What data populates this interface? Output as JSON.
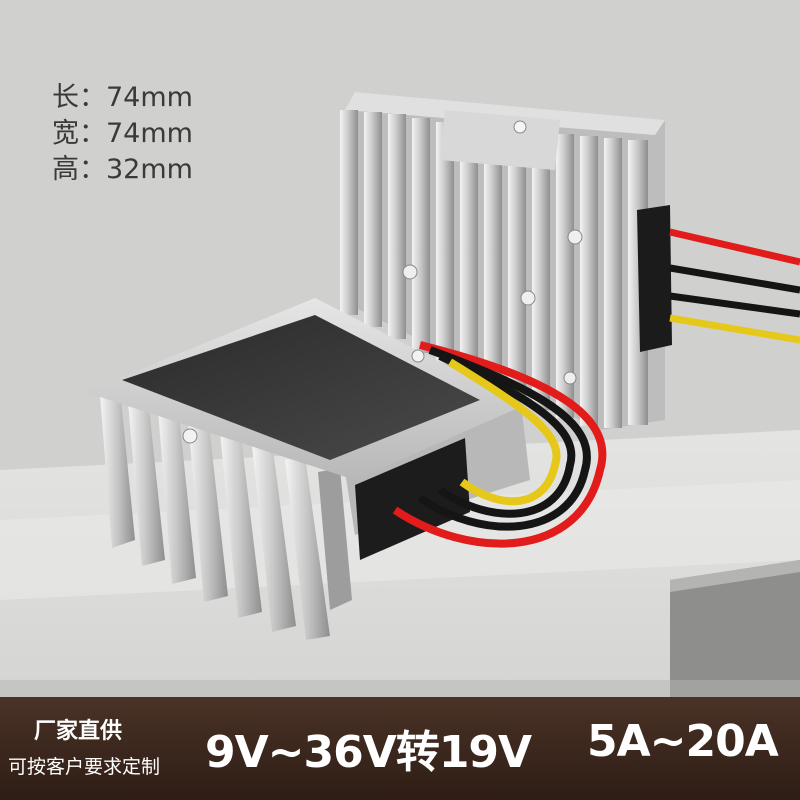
{
  "dimensions": {
    "length": "长：74mm",
    "width": "宽：74mm",
    "height": "高：32mm"
  },
  "banner": {
    "factory_direct": "厂家直供",
    "custom_made": "可按客户要求定制",
    "voltage_spec": "9V~36V转19V",
    "current_spec": "5A~20A"
  },
  "colors": {
    "banner_bg": "#3a261c",
    "aluminum": "#c9c9c9",
    "wire_red": "#e21b1b",
    "wire_yellow": "#e6c81a",
    "wire_black": "#151515"
  }
}
